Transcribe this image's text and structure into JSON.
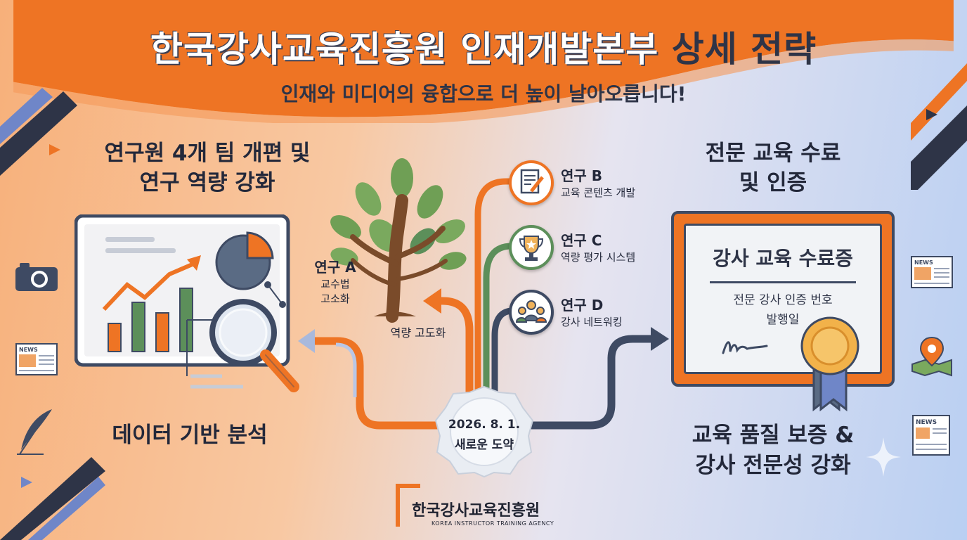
{
  "header": {
    "title_main": "한국강사교육진흥원 인재개발본부",
    "title_accent": "상세 전략",
    "subtitle": "인재와 미디어의 융합으로 더 높이 날아오릅니다!"
  },
  "left": {
    "heading_line1": "연구원 4개 팀 개편 및",
    "heading_line2": "연구 역량 강화",
    "caption": "데이터 기반 분석"
  },
  "center": {
    "tree_label": "역량 고도화",
    "badge_line1": "2026. 8. 1.",
    "badge_line2": "새로운 도약",
    "research_a": {
      "title": "연구 A",
      "desc_line1": "교수법",
      "desc_line2": "고소화"
    },
    "research_b": {
      "title": "연구 B",
      "desc": "교육 콘텐츠 개발",
      "icon": "document-pen-icon"
    },
    "research_c": {
      "title": "연구 C",
      "desc": "역량 평가 시스템",
      "icon": "trophy-icon"
    },
    "research_d": {
      "title": "연구 D",
      "desc": "강사 네트워킹",
      "icon": "people-network-icon"
    }
  },
  "right": {
    "heading_line1": "전문 교육 수료",
    "heading_line2": "및 인증",
    "certificate": {
      "title": "강사 교육 수료증",
      "line1": "전문 강사 인증 번호",
      "line2": "발행일"
    },
    "caption_line1": "교육 품질 보증 &",
    "caption_line2": "강사 전문성 강화"
  },
  "side_icons": {
    "news_label": "NEWS",
    "left": [
      "camera-icon",
      "newspaper-icon",
      "quill-icon"
    ],
    "right": [
      "newspaper-icon",
      "map-pin-icon",
      "newspaper-icon"
    ]
  },
  "footer": {
    "org_name": "한국강사교육진흥원",
    "org_english": "KOREA INSTRUCTOR TRAINING AGENCY"
  },
  "colors": {
    "orange": "#ee7424",
    "navy": "#2e3447",
    "green": "#5c8f5a",
    "slate": "#3e4a63"
  }
}
